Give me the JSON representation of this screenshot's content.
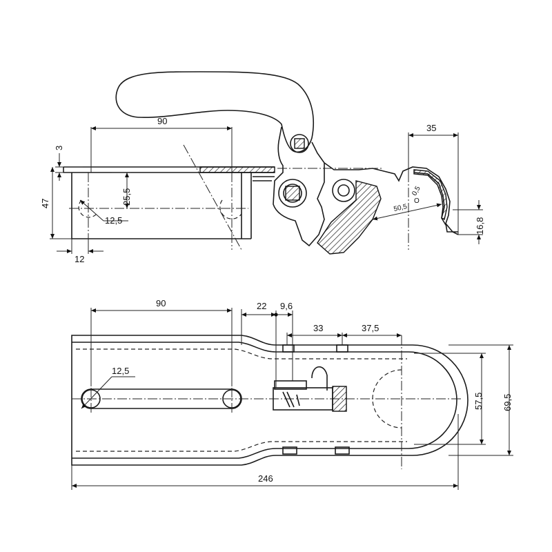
{
  "side_view": {
    "dims": {
      "d90": "90",
      "d3": "3",
      "d47": "47",
      "d25_5": "25,5",
      "d12_5": "12,5",
      "d12": "12",
      "d35": "35",
      "d0_5": "0,5",
      "d50_5": "50,5",
      "d16_8": "16,8"
    }
  },
  "top_view": {
    "dims": {
      "d90": "90",
      "d22": "22",
      "d9_6": "9,6",
      "d33": "33",
      "d37_5": "37,5",
      "d12_5": "12,5",
      "d57_5": "57,5",
      "d69_5": "69,5",
      "d246": "246"
    }
  }
}
